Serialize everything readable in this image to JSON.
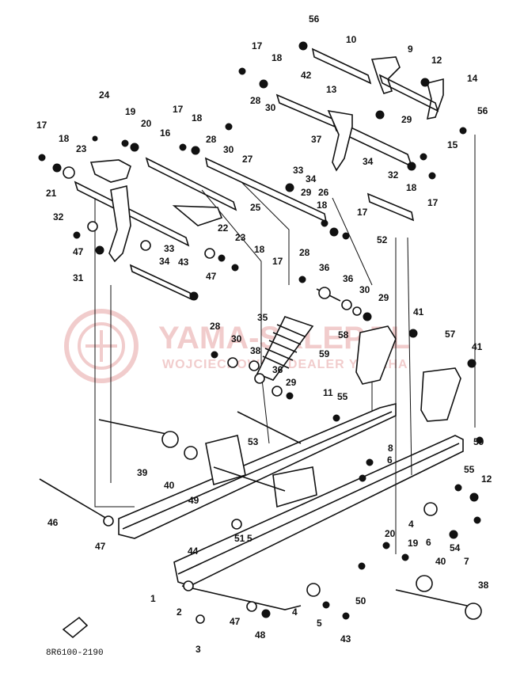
{
  "diagram": {
    "code": "8R6100-2190",
    "watermark": {
      "brand": "YAMA-SKLEP.PL",
      "subtitle": "WOJCIECHOWSKI DEALER YAMAHA"
    },
    "colors": {
      "ink": "#111111",
      "paper": "#ffffff",
      "watermark": "#e6a3a3"
    },
    "callouts": [
      "56",
      "10",
      "17",
      "18",
      "9",
      "12",
      "14",
      "42",
      "13",
      "28",
      "30",
      "29",
      "56",
      "24",
      "19",
      "17",
      "18",
      "20",
      "16",
      "28",
      "15",
      "17",
      "18",
      "23",
      "37",
      "30",
      "27",
      "34",
      "33",
      "32",
      "21",
      "34",
      "29",
      "26",
      "18",
      "17",
      "32",
      "25",
      "18",
      "17",
      "52",
      "22",
      "23",
      "47",
      "33",
      "34",
      "43",
      "18",
      "17",
      "31",
      "47",
      "28",
      "36",
      "36",
      "30",
      "29",
      "41",
      "35",
      "57",
      "28",
      "30",
      "38",
      "58",
      "41",
      "59",
      "36",
      "29",
      "11",
      "55",
      "53",
      "39",
      "40",
      "8",
      "6",
      "59",
      "49",
      "55",
      "12",
      "46",
      "47",
      "51",
      "4",
      "44",
      "5",
      "20",
      "19",
      "6",
      "54",
      "7",
      "1",
      "40",
      "50",
      "38",
      "2",
      "4",
      "5",
      "43",
      "47",
      "48",
      "3"
    ]
  }
}
